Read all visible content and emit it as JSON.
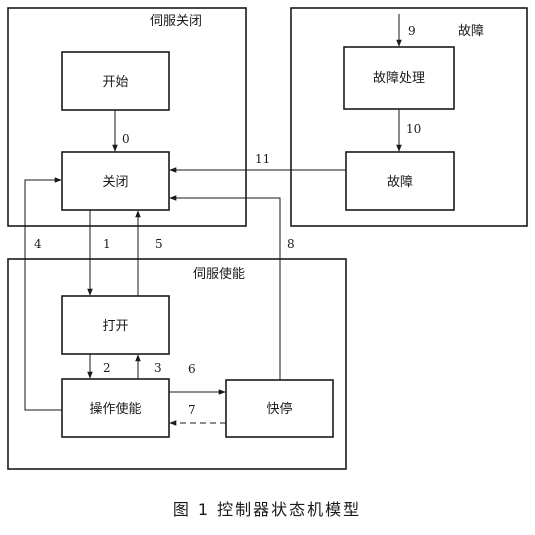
{
  "regions": {
    "servo_off": "伺服关闭",
    "fault": "故障",
    "servo_enable": "伺服使能"
  },
  "states": {
    "start": "开始",
    "off": "关闭",
    "fault_handling": "故障处理",
    "fault": "故障",
    "open": "打开",
    "op_enable": "操作使能",
    "quick_stop": "快停"
  },
  "transitions": {
    "t0": "0",
    "t1": "1",
    "t2": "2",
    "t3": "3",
    "t4": "4",
    "t5": "5",
    "t6": "6",
    "t7": "7",
    "t8": "8",
    "t9": "9",
    "t10": "10",
    "t11": "11"
  },
  "caption": "图 1   控制器状态机模型"
}
